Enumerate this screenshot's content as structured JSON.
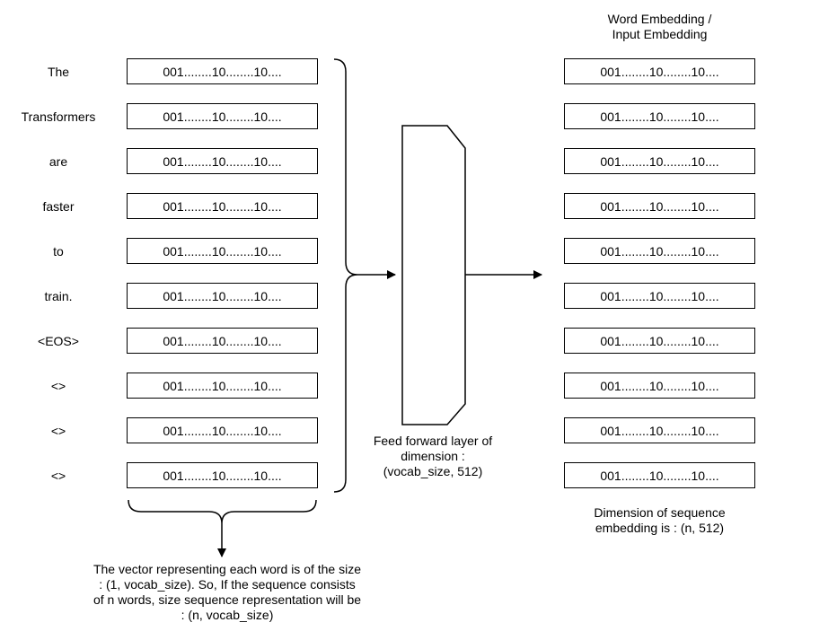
{
  "words": [
    "The",
    "Transformers",
    "are",
    "faster",
    "to",
    "train.",
    "<EOS>",
    "<>",
    "<>",
    "<>"
  ],
  "vector_value": "001........10........10....",
  "ff_layer_caption": [
    "Feed forward layer of",
    "dimension :",
    "(vocab_size, 512)"
  ],
  "embedding_title": [
    "Word Embedding /",
    "Input Embedding"
  ],
  "vector_caption": [
    "The vector representing each word is of the size",
    ": (1, vocab_size). So, If the sequence consists",
    "of n words, size sequence representation will be",
    ": (n, vocab_size)"
  ],
  "sequence_caption": [
    "Dimension of sequence",
    "embedding is : (n, 512)"
  ]
}
